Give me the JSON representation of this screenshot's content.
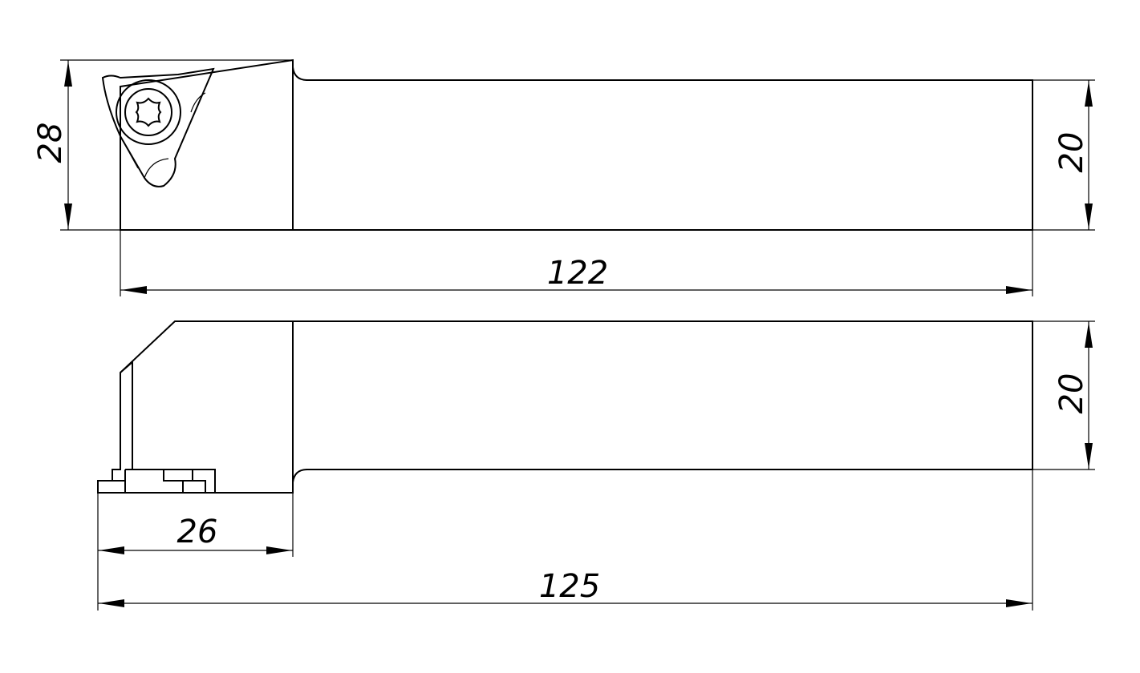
{
  "top_view": {
    "dim_overall_height": "28",
    "dim_shank_height": "20",
    "dim_length": "122"
  },
  "side_view": {
    "dim_shank_height": "20",
    "dim_head_length": "26",
    "dim_total_length": "125"
  }
}
